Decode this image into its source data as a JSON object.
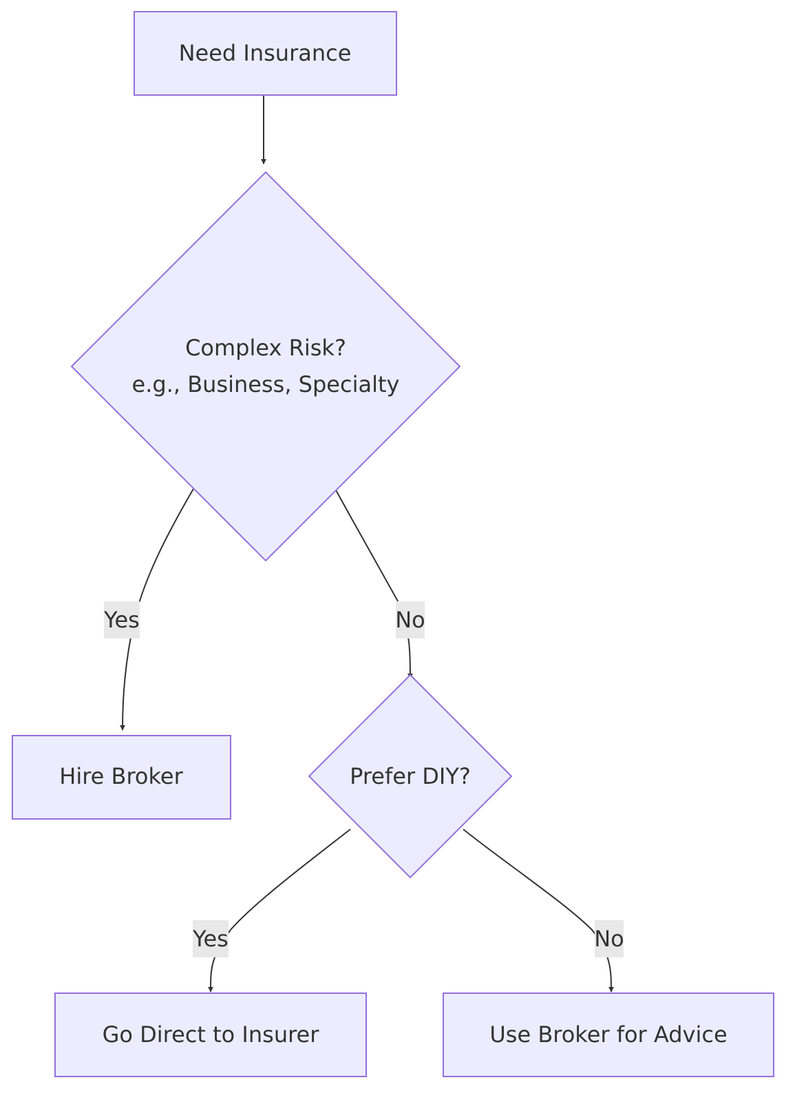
{
  "diagram": {
    "colors": {
      "node_fill": "#ececff",
      "node_stroke": "#9370db",
      "edge": "#333333",
      "label_bg": "#e8e8e8",
      "text": "#333333"
    },
    "nodes": {
      "need_insurance": "Need Insurance",
      "complex_risk_line1": "Complex Risk?",
      "complex_risk_line2": "e.g., Business, Specialty",
      "hire_broker": "Hire Broker",
      "prefer_diy": "Prefer DIY?",
      "go_direct": "Go Direct to Insurer",
      "use_broker_advice": "Use Broker for Advice"
    },
    "edge_labels": {
      "complex_yes": "Yes",
      "complex_no": "No",
      "diy_yes": "Yes",
      "diy_no": "No"
    }
  }
}
